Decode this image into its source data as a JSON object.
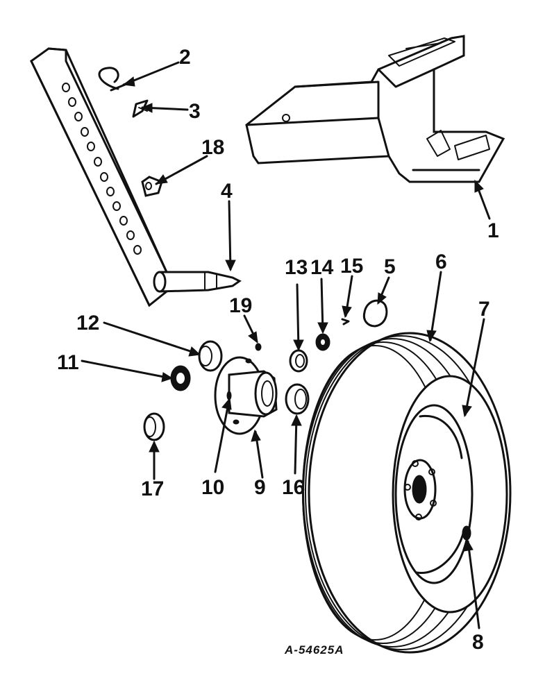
{
  "diagram": {
    "callouts": [
      {
        "id": "1",
        "label": "1"
      },
      {
        "id": "2",
        "label": "2"
      },
      {
        "id": "3",
        "label": "3"
      },
      {
        "id": "4",
        "label": "4"
      },
      {
        "id": "5",
        "label": "5"
      },
      {
        "id": "6",
        "label": "6"
      },
      {
        "id": "7",
        "label": "7"
      },
      {
        "id": "8",
        "label": "8"
      },
      {
        "id": "9",
        "label": "9"
      },
      {
        "id": "10",
        "label": "10"
      },
      {
        "id": "11",
        "label": "11"
      },
      {
        "id": "12",
        "label": "12"
      },
      {
        "id": "13",
        "label": "13"
      },
      {
        "id": "14",
        "label": "14"
      },
      {
        "id": "15",
        "label": "15"
      },
      {
        "id": "16",
        "label": "16"
      },
      {
        "id": "17",
        "label": "17"
      },
      {
        "id": "18",
        "label": "18"
      },
      {
        "id": "19",
        "label": "19"
      }
    ],
    "drawing_number": "A-54625A",
    "colors": {
      "ink": "#111111",
      "paper": "#ffffff"
    }
  }
}
